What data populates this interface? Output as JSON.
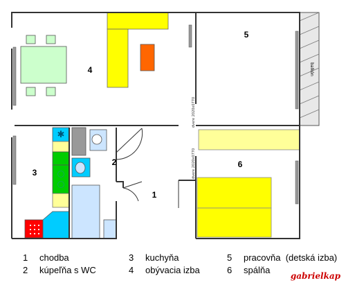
{
  "rooms": [
    {
      "id": "1",
      "label": "1"
    },
    {
      "id": "2",
      "label": "2"
    },
    {
      "id": "3",
      "label": "3"
    },
    {
      "id": "4",
      "label": "4"
    },
    {
      "id": "5",
      "label": "5"
    },
    {
      "id": "6",
      "label": "6"
    }
  ],
  "legend": [
    {
      "num": "1",
      "name": "chodba"
    },
    {
      "num": "2",
      "name": "kúpeľňa s WC"
    },
    {
      "num": "3",
      "name": "kuchyňa"
    },
    {
      "num": "4",
      "name": "obývacia izba"
    },
    {
      "num": "5",
      "name": "pracovňa  (detská izba)"
    },
    {
      "num": "6",
      "name": "spálňa"
    }
  ],
  "door_labels": [
    "dvere 2020x0770",
    "dvere 2020x0770"
  ],
  "balcony_label": "balkón",
  "signature": "gabrielkap",
  "colors": {
    "wall": "#333333",
    "yellow": "#ffff00",
    "pale_yellow": "#ffff99",
    "orange": "#ff6600",
    "green_table": "#ccffcc",
    "cyan": "#00ccff",
    "light_blue": "#cce5ff",
    "green_counter": "#00cc00",
    "red": "#ff0000",
    "gray": "#999999"
  }
}
